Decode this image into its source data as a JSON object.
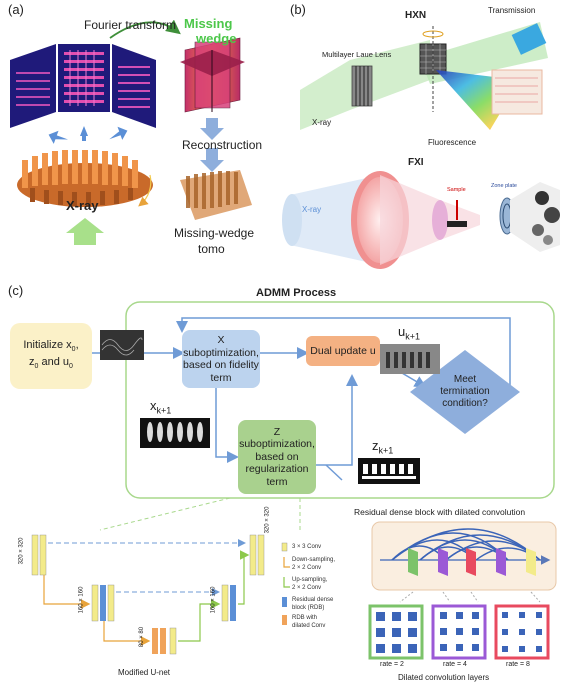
{
  "panel_a": {
    "label": "(a)",
    "fourier": "Fourier transform",
    "missing": "Missing",
    "wedge": "wedge",
    "reconstruction": "Reconstruction",
    "xray": "X-ray",
    "tomo_line1": "Missing-wedge",
    "tomo_line2": "tomo"
  },
  "panel_b": {
    "label": "(b)",
    "hxn": "HXN",
    "transmission": "Transmission",
    "mll": "Multilayer Laue Lens",
    "xray": "X-ray",
    "fluorescence": "Fluorescence",
    "fxi": "FXI",
    "xray2": "X-ray",
    "sample": "Sample",
    "zone_plate": "Zone plate"
  },
  "panel_c": {
    "label": "(c)",
    "title": "ADMM Process",
    "init_line1": "Initialize x",
    "init_sub0": "0",
    "init_line2a": "z",
    "init_line2b": " and u",
    "x_line1": "X",
    "x_line2": "suboptimization,",
    "x_line3": "based on fidelity",
    "x_line4": "term",
    "dual": "Dual update u",
    "u_label": "u",
    "u_sub": "k+1",
    "x_label": "x",
    "x_sub": "k+1",
    "z_label": "z",
    "z_sub": "k+1",
    "z_line1": "Z",
    "z_line2": "suboptimization,",
    "z_line3": "based on",
    "z_line4": "regularization",
    "z_line5": "term",
    "meet_line1": "Meet",
    "meet_line2": "termination",
    "meet_line3": "condition?",
    "unet_label": "Modified U-net",
    "dims": [
      "320 × 320",
      "160 × 160",
      "80 × 80",
      "160 × 160",
      "320 × 320"
    ],
    "legend": [
      {
        "text": "3 × 3 Conv"
      },
      {
        "text": "Down-sampling,\n2 × 2 Conv"
      },
      {
        "text": "Up-sampling,\n2 × 2 Conv"
      },
      {
        "text": "Residual dense\nblock (RDB)"
      },
      {
        "text": "RDB with\ndilated Conv"
      }
    ],
    "rdb_title": "Residual dense block with dilated convolution",
    "rates": [
      "rate = 2",
      "rate = 4",
      "rate = 8"
    ],
    "dilated_label": "Dilated convolution layers"
  },
  "colors": {
    "admm_border": "#a8d88c",
    "init_fill": "#fbf1c8",
    "x_fill": "#bcd3ee",
    "dual_fill": "#f4b183",
    "z_fill": "#a9d18e",
    "meet_fill": "#8eaedc",
    "arrow": "#6f9bd6",
    "conv": "#f3eb8a",
    "rdb": "#5b8fd6",
    "rdb_dilated": "#f0a35a"
  }
}
